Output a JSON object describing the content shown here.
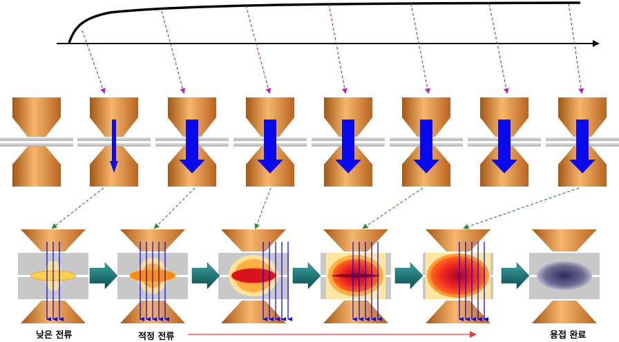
{
  "labels": {
    "low_current": "낮은 전류",
    "proper_current": "적정 전류",
    "weld_complete": "용접 완료"
  },
  "colors": {
    "electrode_light": "#f6b66c",
    "electrode_mid": "#d88430",
    "electrode_dark": "#a45716",
    "sheet": "#c6c6c6",
    "current_arrow": "#0a0aee",
    "timeline_arrow_pink": "#c020b0",
    "link_arrow_green": "#2e8b2e",
    "step_arrow_teal": "#1d6b6b",
    "progress_arrow_red": "#e04040",
    "finished_nugget": "#5a5a88"
  },
  "electrode_pairs": [
    {
      "stage": 0,
      "current": "none"
    },
    {
      "stage": 1,
      "current": "thin"
    },
    {
      "stage": 2,
      "current": "thick"
    },
    {
      "stage": 3,
      "current": "thick"
    },
    {
      "stage": 4,
      "current": "thick"
    },
    {
      "stage": 5,
      "current": "thick"
    },
    {
      "stage": 6,
      "current": "thick"
    },
    {
      "stage": 7,
      "current": "thick"
    }
  ],
  "weld_stages": [
    {
      "stage": 1,
      "nugget": "small-yellow",
      "current_lines": 3
    },
    {
      "stage": 2,
      "nugget": "orange-disc",
      "current_lines": 5
    },
    {
      "stage": 3,
      "nugget": "red-disc",
      "current_lines": 5
    },
    {
      "stage": 4,
      "nugget": "red-lens",
      "current_lines": 5
    },
    {
      "stage": 5,
      "nugget": "red-large",
      "current_lines": 5
    },
    {
      "stage": 6,
      "nugget": "solidified-gray",
      "current_lines": 0
    }
  ]
}
